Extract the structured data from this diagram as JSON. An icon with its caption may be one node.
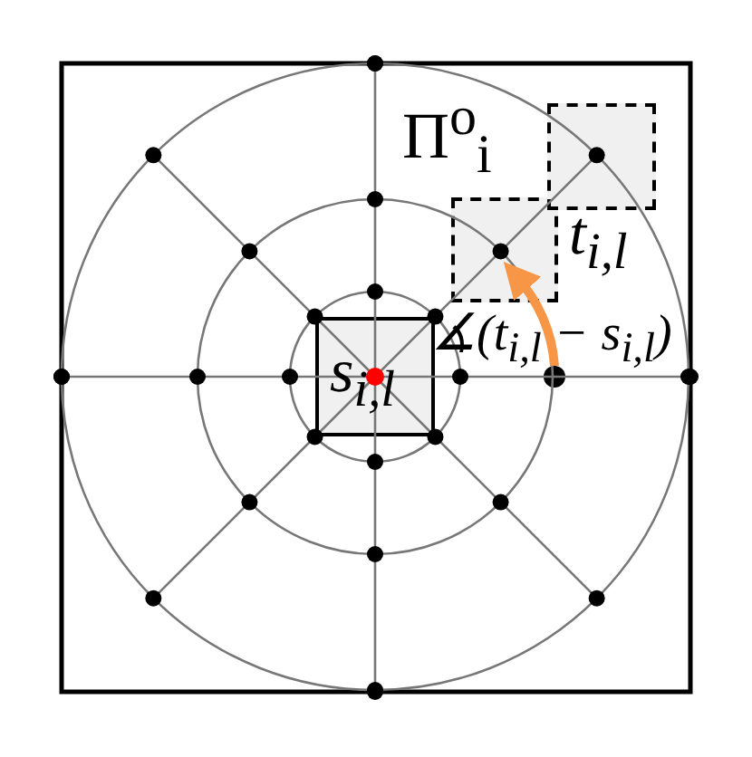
{
  "diagram": {
    "nodes": [
      {
        "text": [
          "s$_{i,l}$"
        ]
      },
      {
        "text": [],
        "shape": "box",
        "beside": [
          "t$_{i,l}$"
        ]
      },
      {
        "text": [],
        "shape": "box"
      },
      {
        "text": [],
        "shape": "circle"
      }
    ],
    "edges": [
      {
        "from": 3,
        "to": 1,
        "arrow": "to",
        "color": "#f79646"
      }
    ],
    "labels": [
      "Π$^{o}$$_{i}$",
      "∡(t$_{i,l}$ − s$_{i,l}$)"
    ]
  }
}
